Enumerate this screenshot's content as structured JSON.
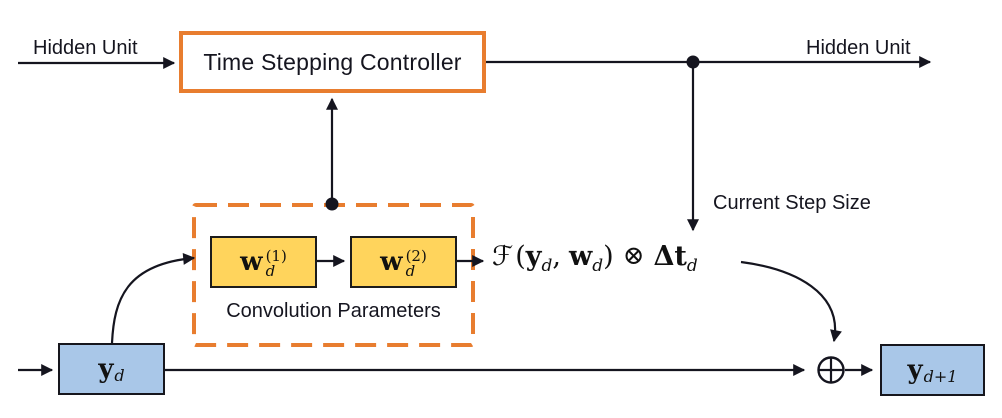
{
  "diagram": {
    "labels": {
      "hidden_unit_left": "Hidden Unit",
      "hidden_unit_right": "Hidden Unit",
      "current_step_size": "Current Step Size",
      "convolution_parameters": "Convolution Parameters"
    },
    "nodes": {
      "controller": "Time Stepping Controller",
      "w1": {
        "base": "w",
        "sub": "d",
        "sup": "(1)"
      },
      "w2": {
        "base": "w",
        "sub": "d",
        "sup": "(2)"
      },
      "y_in": {
        "base": "y",
        "sub": "d"
      },
      "y_out": {
        "base": "y",
        "sub": "d+1"
      }
    },
    "formula": {
      "f": "ℱ",
      "lparen": "(",
      "y": "y",
      "y_sub": "d",
      "comma": ",",
      "w": "w",
      "w_sub": "d",
      "rparen": ")",
      "otimes": "⊗",
      "delta_t": "Δt",
      "t_sub": "d"
    },
    "colors": {
      "accent_orange": "#E87D2F",
      "box_yellow": "#FFD45C",
      "box_blue": "#A9C7E8",
      "line_black": "#15151F",
      "text_dark": "#15151F"
    }
  }
}
